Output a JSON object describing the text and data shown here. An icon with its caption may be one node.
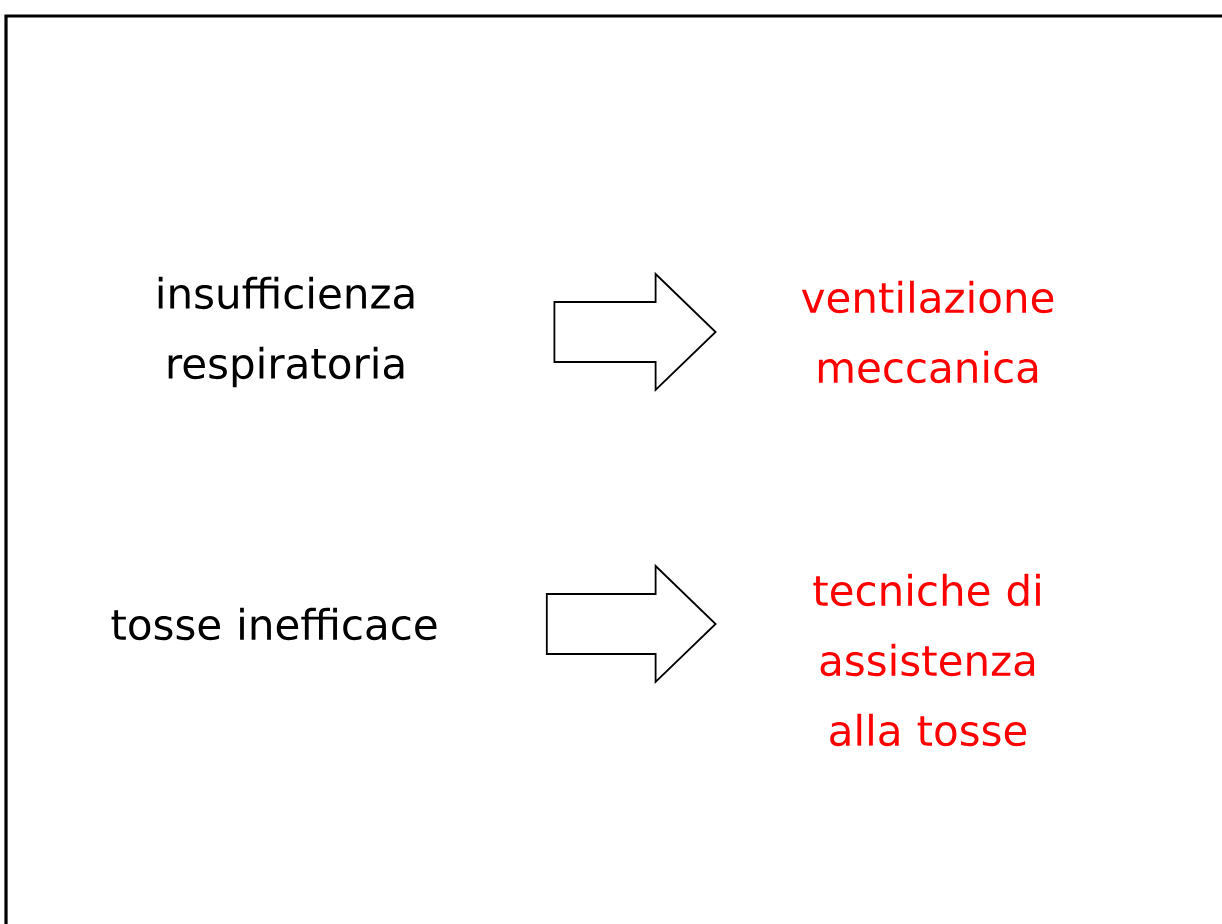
{
  "diagram": {
    "nodes": [
      {
        "text": [
          "insufficienza respiratoria"
        ]
      },
      {
        "text": [
          "ventilazione meccanica"
        ]
      },
      {
        "text": [
          "tosse inefficace"
        ]
      },
      {
        "text": [
          "tecniche di assistenza alla tosse"
        ]
      }
    ],
    "edges": [
      {
        "from": 0,
        "to": 1,
        "arrow": "to"
      },
      {
        "from": 2,
        "to": 3,
        "arrow": "to"
      }
    ]
  }
}
